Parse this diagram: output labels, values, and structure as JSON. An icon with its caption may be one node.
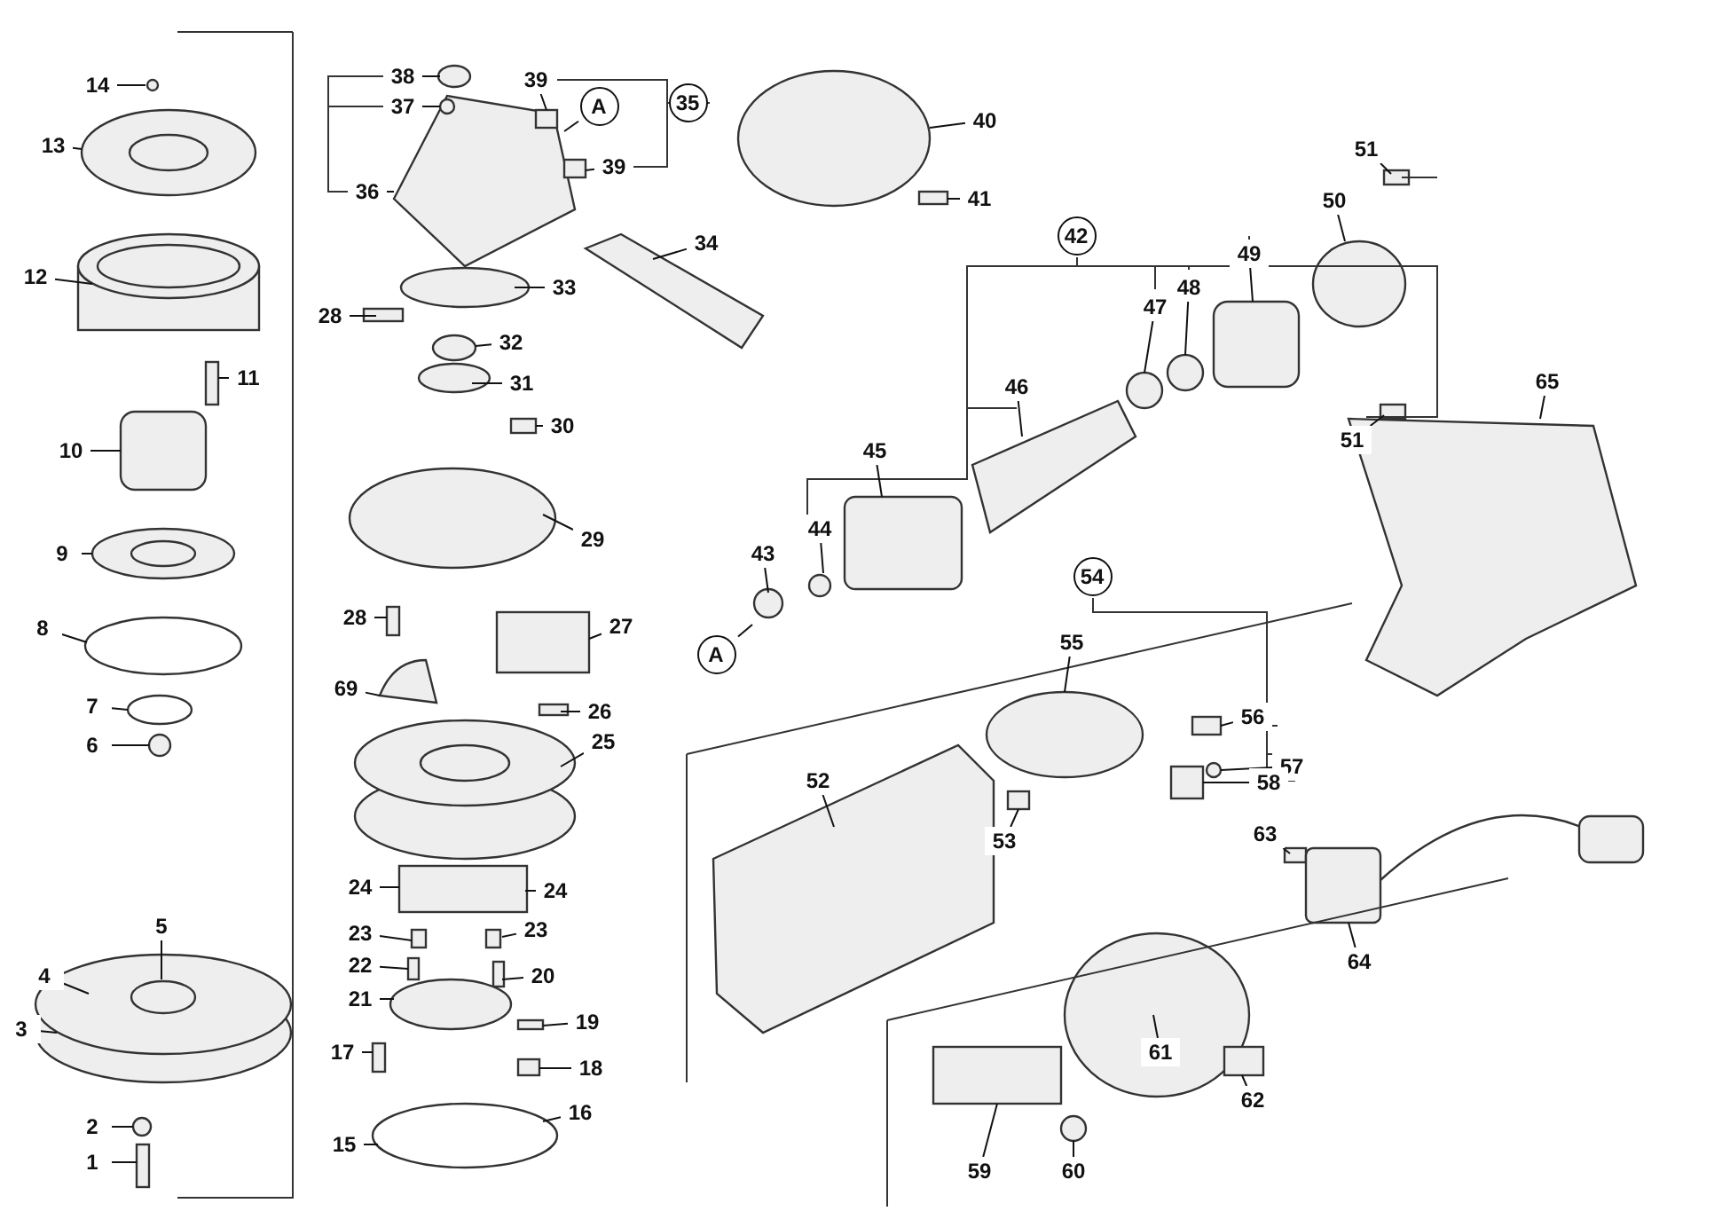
{
  "diagram": {
    "nodes": [
      {
        "text": [
          "14"
        ]
      },
      {
        "text": [
          "13"
        ]
      },
      {
        "text": [
          "12"
        ]
      },
      {
        "text": [
          "11"
        ]
      },
      {
        "text": [
          "10"
        ]
      },
      {
        "text": [
          "9"
        ]
      },
      {
        "text": [
          "8"
        ]
      },
      {
        "text": [
          "7"
        ]
      },
      {
        "text": [
          "6"
        ]
      },
      {
        "text": [
          "5"
        ]
      },
      {
        "text": [
          "4"
        ]
      },
      {
        "text": [
          "3"
        ]
      },
      {
        "text": [
          "2"
        ]
      },
      {
        "text": [
          "1"
        ]
      },
      {
        "text": [
          "38"
        ]
      },
      {
        "text": [
          "37"
        ]
      },
      {
        "text": [
          "36"
        ]
      },
      {
        "text": [
          "39"
        ]
      },
      {
        "text": [
          "39"
        ]
      },
      {
        "text": [
          "35"
        ]
      },
      {
        "text": [
          "A"
        ]
      },
      {
        "text": [
          "40"
        ]
      },
      {
        "text": [
          "41"
        ]
      },
      {
        "text": [
          "42"
        ]
      },
      {
        "text": [
          "28"
        ]
      },
      {
        "text": [
          "33"
        ]
      },
      {
        "text": [
          "34"
        ]
      },
      {
        "text": [
          "32"
        ]
      },
      {
        "text": [
          "31"
        ]
      },
      {
        "text": [
          "30"
        ]
      },
      {
        "text": [
          "29"
        ]
      },
      {
        "text": [
          "28"
        ]
      },
      {
        "text": [
          "27"
        ]
      },
      {
        "text": [
          "69"
        ]
      },
      {
        "text": [
          "26"
        ]
      },
      {
        "text": [
          "25"
        ]
      },
      {
        "text": [
          "24"
        ]
      },
      {
        "text": [
          "24"
        ]
      },
      {
        "text": [
          "23"
        ]
      },
      {
        "text": [
          "23"
        ]
      },
      {
        "text": [
          "22"
        ]
      },
      {
        "text": [
          "20"
        ]
      },
      {
        "text": [
          "21"
        ]
      },
      {
        "text": [
          "19"
        ]
      },
      {
        "text": [
          "17"
        ]
      },
      {
        "text": [
          "18"
        ]
      },
      {
        "text": [
          "16"
        ]
      },
      {
        "text": [
          "15"
        ]
      },
      {
        "text": [
          "43"
        ]
      },
      {
        "text": [
          "44"
        ]
      },
      {
        "text": [
          "45"
        ]
      },
      {
        "text": [
          "46"
        ]
      },
      {
        "text": [
          "47"
        ]
      },
      {
        "text": [
          "48"
        ]
      },
      {
        "text": [
          "49"
        ]
      },
      {
        "text": [
          "50"
        ]
      },
      {
        "text": [
          "51"
        ]
      },
      {
        "text": [
          "51"
        ]
      },
      {
        "text": [
          "A"
        ]
      },
      {
        "text": [
          "65"
        ]
      },
      {
        "text": [
          "54"
        ]
      },
      {
        "text": [
          "55"
        ]
      },
      {
        "text": [
          "56"
        ]
      },
      {
        "text": [
          "57"
        ]
      },
      {
        "text": [
          "58"
        ]
      },
      {
        "text": [
          "52"
        ]
      },
      {
        "text": [
          "53"
        ]
      },
      {
        "text": [
          "63"
        ]
      },
      {
        "text": [
          "64"
        ]
      },
      {
        "text": [
          "59"
        ]
      },
      {
        "text": [
          "60"
        ]
      },
      {
        "text": [
          "61"
        ]
      },
      {
        "text": [
          "62"
        ]
      }
    ],
    "edges": [
      {
        "from": 0,
        "to": null,
        "arrow": "none"
      },
      {
        "from": 1,
        "to": null,
        "arrow": "none"
      },
      {
        "from": 2,
        "to": null,
        "arrow": "none"
      },
      {
        "from": 3,
        "to": null,
        "arrow": "none"
      },
      {
        "from": 4,
        "to": null,
        "arrow": "none"
      },
      {
        "from": 5,
        "to": null,
        "arrow": "none"
      },
      {
        "from": 6,
        "to": null,
        "arrow": "none"
      },
      {
        "from": 7,
        "to": null,
        "arrow": "none"
      },
      {
        "from": 8,
        "to": null,
        "arrow": "none"
      },
      {
        "from": 9,
        "to": null,
        "arrow": "none"
      },
      {
        "from": 10,
        "to": null,
        "arrow": "none"
      },
      {
        "from": 11,
        "to": null,
        "arrow": "none"
      },
      {
        "from": 12,
        "to": null,
        "arrow": "none"
      },
      {
        "from": 13,
        "to": null,
        "arrow": "none"
      },
      {
        "from": 14,
        "to": null,
        "arrow": "none"
      },
      {
        "from": 15,
        "to": null,
        "arrow": "none"
      },
      {
        "from": 16,
        "to": null,
        "arrow": "none"
      },
      {
        "from": 17,
        "to": null,
        "arrow": "none"
      },
      {
        "from": 18,
        "to": null,
        "arrow": "none"
      },
      {
        "from": 20,
        "to": null,
        "arrow": "none"
      },
      {
        "from": 21,
        "to": null,
        "arrow": "none"
      },
      {
        "from": 22,
        "to": null,
        "arrow": "none"
      },
      {
        "from": 24,
        "to": null,
        "arrow": "none"
      },
      {
        "from": 25,
        "to": null,
        "arrow": "none"
      },
      {
        "from": 26,
        "to": null,
        "arrow": "none"
      },
      {
        "from": 27,
        "to": null,
        "arrow": "none"
      },
      {
        "from": 28,
        "to": null,
        "arrow": "none"
      },
      {
        "from": 29,
        "to": null,
        "arrow": "none"
      },
      {
        "from": 30,
        "to": null,
        "arrow": "none"
      },
      {
        "from": 31,
        "to": null,
        "arrow": "none"
      },
      {
        "from": 32,
        "to": null,
        "arrow": "none"
      },
      {
        "from": 33,
        "to": null,
        "arrow": "none"
      },
      {
        "from": 34,
        "to": null,
        "arrow": "none"
      },
      {
        "from": 35,
        "to": null,
        "arrow": "none"
      },
      {
        "from": 36,
        "to": null,
        "arrow": "none"
      },
      {
        "from": 37,
        "to": null,
        "arrow": "none"
      },
      {
        "from": 38,
        "to": null,
        "arrow": "none"
      },
      {
        "from": 39,
        "to": null,
        "arrow": "none"
      },
      {
        "from": 40,
        "to": null,
        "arrow": "none"
      },
      {
        "from": 41,
        "to": null,
        "arrow": "none"
      },
      {
        "from": 42,
        "to": null,
        "arrow": "none"
      },
      {
        "from": 43,
        "to": null,
        "arrow": "none"
      },
      {
        "from": 44,
        "to": null,
        "arrow": "none"
      },
      {
        "from": 45,
        "to": null,
        "arrow": "none"
      },
      {
        "from": 46,
        "to": null,
        "arrow": "none"
      },
      {
        "from": 47,
        "to": null,
        "arrow": "none"
      },
      {
        "from": 48,
        "to": null,
        "arrow": "none"
      },
      {
        "from": 49,
        "to": null,
        "arrow": "none"
      },
      {
        "from": 50,
        "to": null,
        "arrow": "none"
      },
      {
        "from": 51,
        "to": null,
        "arrow": "none"
      },
      {
        "from": 52,
        "to": null,
        "arrow": "none"
      },
      {
        "from": 53,
        "to": null,
        "arrow": "none"
      },
      {
        "from": 54,
        "to": null,
        "arrow": "none"
      },
      {
        "from": 55,
        "to": null,
        "arrow": "none"
      },
      {
        "from": 56,
        "to": null,
        "arrow": "none"
      },
      {
        "from": 57,
        "to": null,
        "arrow": "none"
      },
      {
        "from": 58,
        "to": null,
        "arrow": "none"
      },
      {
        "from": 59,
        "to": null,
        "arrow": "none"
      },
      {
        "from": 61,
        "to": null,
        "arrow": "none"
      },
      {
        "from": 62,
        "to": null,
        "arrow": "none"
      },
      {
        "from": 63,
        "to": null,
        "arrow": "none"
      },
      {
        "from": 64,
        "to": null,
        "arrow": "none"
      },
      {
        "from": 65,
        "to": null,
        "arrow": "none"
      },
      {
        "from": 66,
        "to": null,
        "arrow": "none"
      },
      {
        "from": 67,
        "to": null,
        "arrow": "none"
      },
      {
        "from": 68,
        "to": null,
        "arrow": "none"
      },
      {
        "from": 69,
        "to": null,
        "arrow": "none"
      },
      {
        "from": 70,
        "to": null,
        "arrow": "none"
      },
      {
        "from": 71,
        "to": null,
        "arrow": "none"
      },
      {
        "from": 72,
        "to": null,
        "arrow": "none"
      }
    ]
  }
}
